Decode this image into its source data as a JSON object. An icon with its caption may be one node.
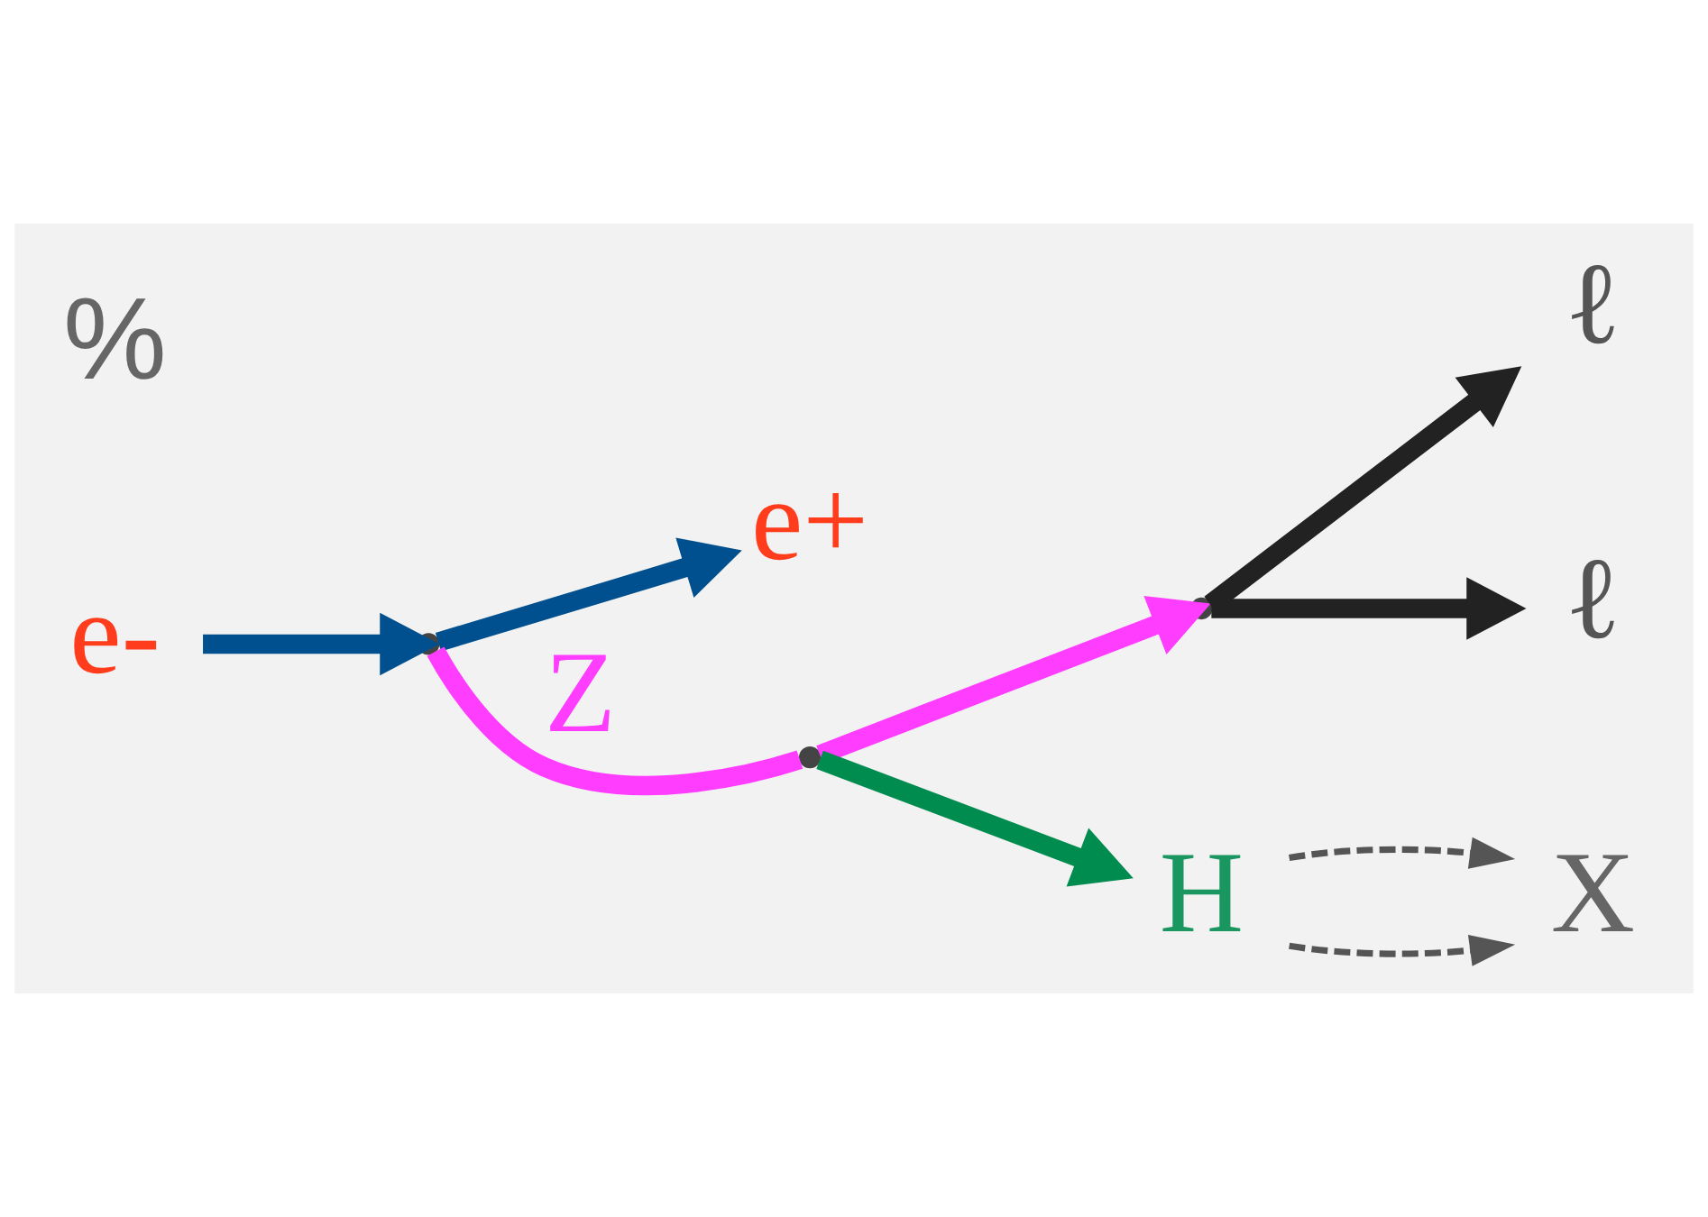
{
  "diagram": {
    "nodes": [
      {
        "text": [
          "e+"
        ]
      },
      {
        "text": [
          "e-"
        ]
      },
      {
        "text": [],
        "shape": "point"
      },
      {
        "text": [],
        "shape": "point"
      },
      {
        "text": [],
        "shape": "point"
      },
      {
        "text": [
          "ℓ"
        ]
      },
      {
        "text": [
          "ℓ"
        ]
      },
      {
        "text": [
          "H"
        ]
      },
      {
        "text": [
          "X"
        ]
      }
    ],
    "edges": [
      {
        "from": 1,
        "to": 2,
        "arrow": "to",
        "color": "#00508f"
      },
      {
        "from": 2,
        "to": 0,
        "arrow": "to",
        "color": "#00508f"
      },
      {
        "from": 2,
        "to": 3,
        "arrow": "none",
        "label": "Z",
        "color": "#ff3dff"
      },
      {
        "from": 3,
        "to": 4,
        "arrow": "to",
        "color": "#ff3dff"
      },
      {
        "from": 4,
        "to": 5,
        "arrow": "to",
        "color": "#222222"
      },
      {
        "from": 4,
        "to": 6,
        "arrow": "to",
        "color": "#222222"
      },
      {
        "from": 3,
        "to": 7,
        "arrow": "to",
        "color": "#008c4f"
      },
      {
        "from": 7,
        "to": 8,
        "arrow": "to",
        "style": "dashed",
        "color": "#555555"
      },
      {
        "from": 7,
        "to": 8,
        "arrow": "to",
        "style": "dashed",
        "color": "#555555"
      }
    ],
    "labels": [
      "%"
    ]
  }
}
